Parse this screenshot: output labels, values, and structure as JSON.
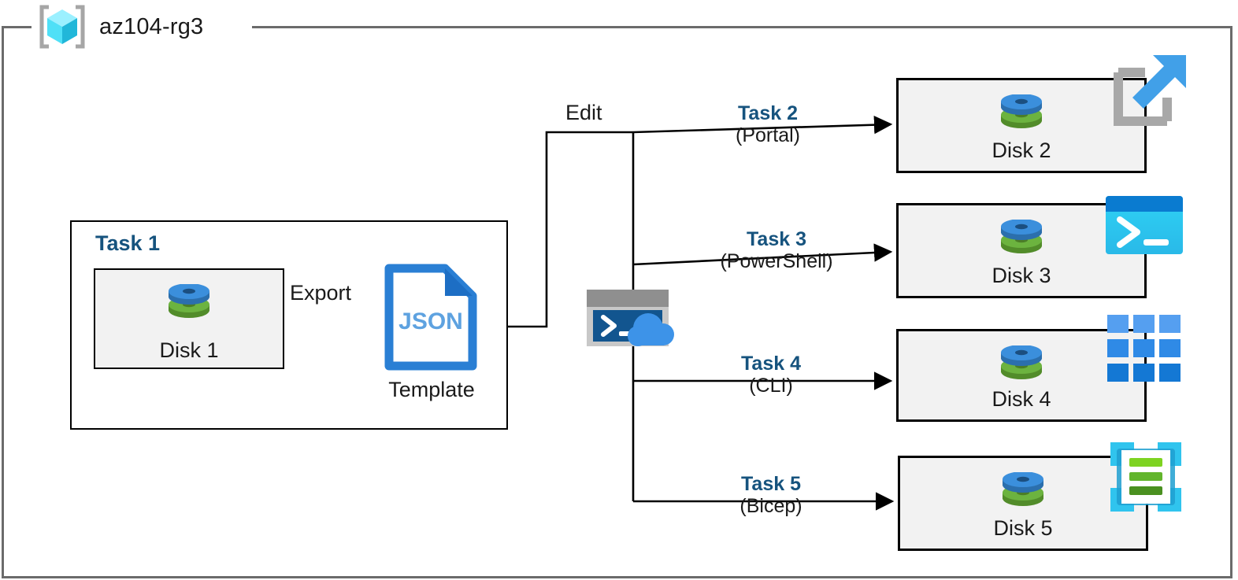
{
  "resource_group": {
    "name": "az104-rg3",
    "icon": "azure-resource-group-cube-icon"
  },
  "colors": {
    "task_label": "#16537e",
    "frame_border": "#6b6b6b",
    "box_fill": "#f2f2f2",
    "box_border": "#000000",
    "json_blue": "#2a7fd4",
    "disk_top": "#3b8fdc",
    "disk_bottom": "#6cb33f",
    "cloudshell_terminal": "#12558f",
    "powershell_cyan": "#28c8f0",
    "cli_blue": "#2e8ae6",
    "bicep_cyan": "#30c4ee",
    "bicep_green": "#6cbe45"
  },
  "task1": {
    "label": "Task 1",
    "disk": {
      "caption": "Disk 1",
      "icon": "managed-disk-icon"
    },
    "export_label": "Export",
    "template": {
      "badge": "JSON",
      "caption": "Template",
      "icon": "json-file-icon"
    }
  },
  "edit": {
    "label": "Edit"
  },
  "cloud_shell": {
    "icon": "cloud-shell-icon"
  },
  "branches": [
    {
      "task": "Task 2",
      "tool": "(Portal)",
      "disk_caption": "Disk 2",
      "disk_icon": "managed-disk-icon",
      "service_icon": "azure-portal-launch-icon"
    },
    {
      "task": "Task 3",
      "tool": "(PowerShell)",
      "disk_caption": "Disk 3",
      "disk_icon": "managed-disk-icon",
      "service_icon": "powershell-console-icon"
    },
    {
      "task": "Task 4",
      "tool": "(CLI)",
      "disk_caption": "Disk 4",
      "disk_icon": "managed-disk-icon",
      "service_icon": "azure-cli-grid-icon"
    },
    {
      "task": "Task 5",
      "tool": "(Bicep)",
      "disk_caption": "Disk 5",
      "disk_icon": "managed-disk-icon",
      "service_icon": "bicep-file-icon"
    }
  ]
}
